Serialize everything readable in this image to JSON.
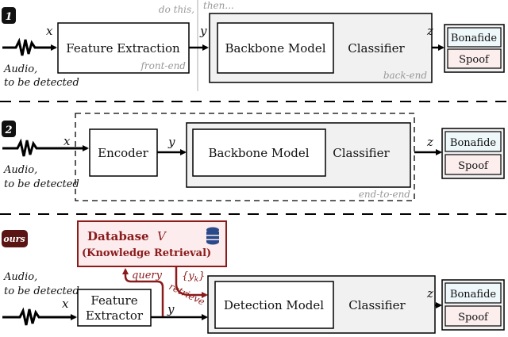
{
  "colors": {
    "accent_red": "#8b1a1a",
    "ours_badge": "#5a1414",
    "db_fill": "#fcecee",
    "bonafide_fill": "#eef7fa",
    "spoof_fill": "#fdeeee",
    "panel_gray": "#f0f1f0",
    "db_icon": "#2a4a8a"
  },
  "common": {
    "audio_line1": "Audio,",
    "audio_line2": "to be detected",
    "x": "x",
    "y": "y",
    "z": "z",
    "classifier": "Classifier",
    "bonafide": "Bonafide",
    "spoof": "Spoof"
  },
  "row1": {
    "badge": "1",
    "feature_extraction": "Feature Extraction",
    "front_end": "front-end",
    "do_this": "do this,",
    "then": "then...",
    "backbone": "Backbone Model",
    "back_end": "back-end"
  },
  "row2": {
    "badge": "2",
    "encoder": "Encoder",
    "backbone": "Backbone Model",
    "end_to_end": "end-to-end"
  },
  "row3": {
    "badge": "ours",
    "database": "Database",
    "database_symbol": "V",
    "knowledge": "(Knowledge Retrieval)",
    "query": "query",
    "yk": "{y",
    "yk_sub": "k",
    "yk_close": "}",
    "retrieve": "retrieve",
    "feature_extractor_1": "Feature",
    "feature_extractor_2": "Extractor",
    "detection_model": "Detection Model"
  }
}
